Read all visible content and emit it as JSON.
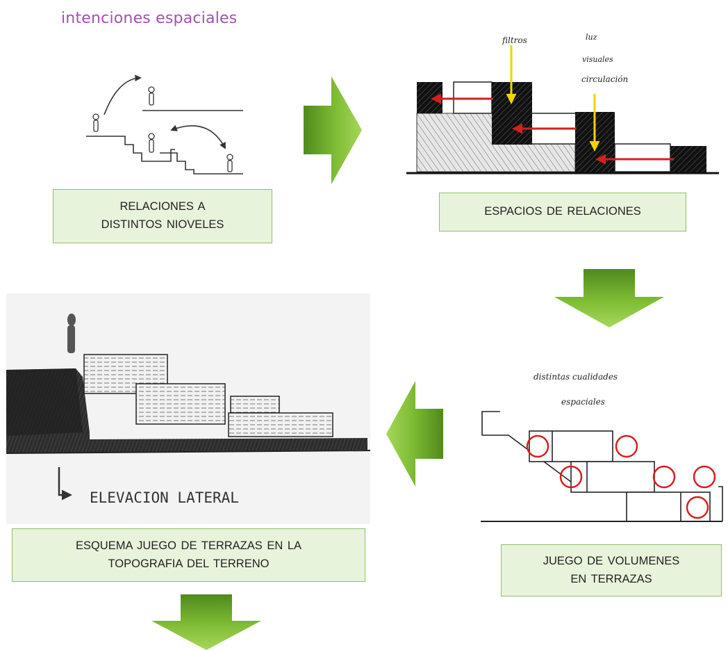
{
  "title": "intenciones espaciales",
  "steps": [
    {
      "label": "RELACIONES  A\nDISTINTOS  NIOVELES"
    },
    {
      "label": "ESPACIOS DE RELACIONES",
      "annotations": [
        "filtros",
        "luz",
        "visuales",
        "circulación"
      ]
    },
    {
      "label": "JUEGO  DE VOLUMENES\nEN TERRAZAS",
      "annotation_line1": "distintas cualidades",
      "annotation_line2": "espaciales"
    },
    {
      "label": "ESQUEMA  JUEGO  DE  TERRAZAS  EN  LA\nTOPOGRAFIA  DEL  TERRENO",
      "annotation": "ELEVACION  LATERAL"
    }
  ],
  "colors": {
    "title": "#a24fb0",
    "label_fill": "#e8f3dc",
    "label_border": "#8fbf6a",
    "arrow_light": "#8ec73c",
    "arrow_dark": "#4f8a1c",
    "accent_red": "#d51f1f",
    "accent_yellow": "#f2d400"
  },
  "icons": [
    "arrow-right",
    "arrow-down",
    "arrow-left",
    "arrow-down"
  ]
}
